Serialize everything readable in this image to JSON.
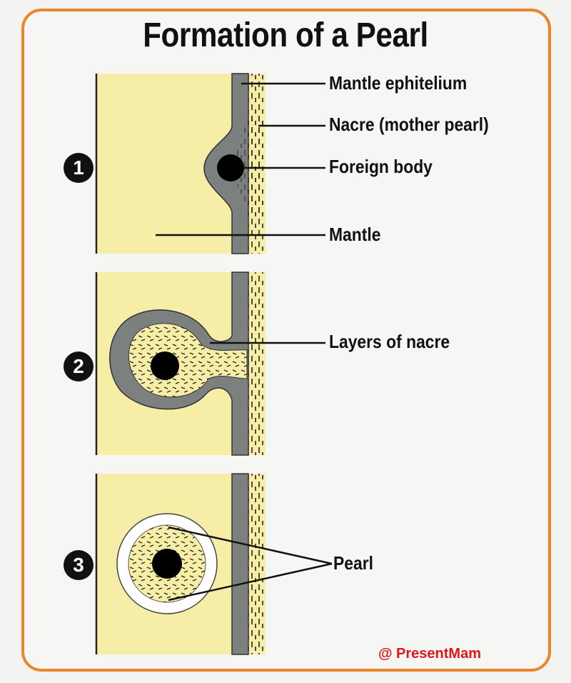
{
  "title": "Formation of a Pearl",
  "steps": [
    "1",
    "2",
    "3"
  ],
  "labels": {
    "mantle_epithelium": "Mantle ephitelium",
    "nacre": "Nacre (mother pearl)",
    "foreign_body": "Foreign body",
    "mantle": "Mantle",
    "layers_of_nacre": "Layers of nacre",
    "pearl": "Pearl"
  },
  "credit": "@ PresentMam",
  "colors": {
    "border": "#e8862a",
    "mantle": "#f6eea6",
    "epithelium": "#7c807f",
    "foreign_body": "#000000",
    "pearl": "#ffffff",
    "credit": "#e01818"
  }
}
